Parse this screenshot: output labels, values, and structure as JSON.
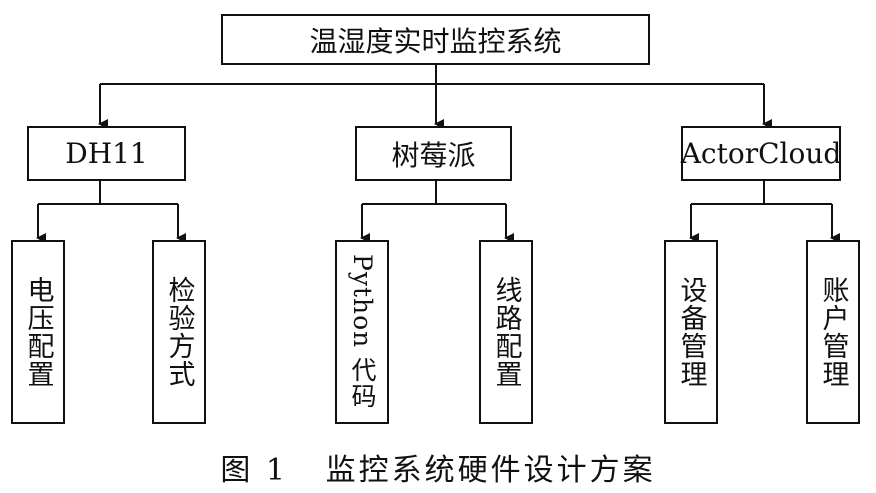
{
  "diagram": {
    "root": {
      "label": "温湿度实时监控系统"
    },
    "level1": [
      {
        "label": "DH11",
        "children": [
          "电压配置",
          "检验方式"
        ]
      },
      {
        "label": "树莓派",
        "children": [
          "Python 代码",
          "线路配置"
        ]
      },
      {
        "label": "ActorCloud",
        "children": [
          "设备管理",
          "账户管理"
        ]
      }
    ],
    "caption": "图 1   监控系统硬件设计方案"
  },
  "colors": {
    "line": "#111111",
    "background": "#ffffff"
  }
}
